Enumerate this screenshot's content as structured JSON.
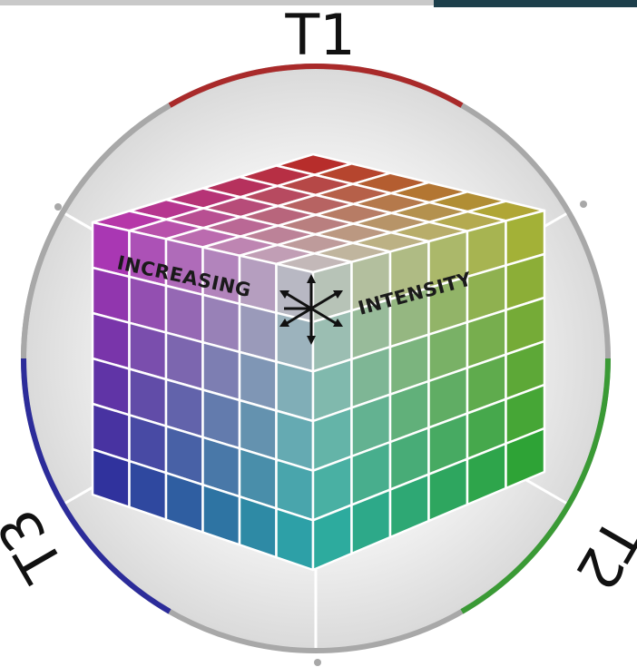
{
  "labels": {
    "t1": "T1",
    "t2": "T2",
    "t3": "T3",
    "left_face_text": "INCREASING",
    "right_face_text": "INTENSITY"
  },
  "colors": {
    "t1_arc": "#a92a2a",
    "t2_arc": "#3a9a35",
    "t3_arc": "#2c2c9a",
    "neutral_arc": "#a8a8a8",
    "grid_line": "#ffffff",
    "top_corners": {
      "back": "#b8201e",
      "left": "#b42bb3",
      "right": "#adb02a",
      "front": "#c7c7c7"
    },
    "left_face_corners": {
      "top_left": "#b42bb3",
      "top_right": "#c7c7c7",
      "bottom_left": "#24279a",
      "bottom_right": "#1fa9a5"
    },
    "right_face_corners": {
      "top_left": "#c7c7c7",
      "top_right": "#adb02a",
      "bottom_left": "#1fa9a5",
      "bottom_right": "#23a12c"
    }
  },
  "icons": [
    "intensity-arrows-icon"
  ]
}
